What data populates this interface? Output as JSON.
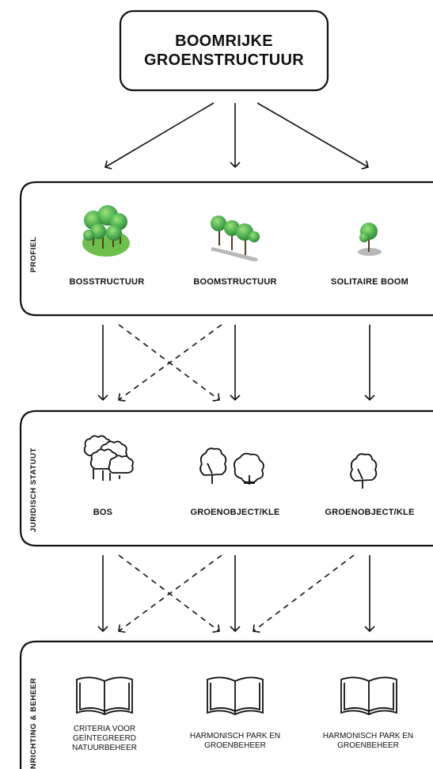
{
  "title": {
    "line1": "BOOMRIJKE",
    "line2": "GROENSTRUCTUUR"
  },
  "sections": {
    "profiel": {
      "label": "PROFIEL",
      "items": [
        "BOSSTRUCTUUR",
        "BOOMSTRUCTUUR",
        "SOLITAIRE BOOM"
      ]
    },
    "juridisch": {
      "label": "JURIDISCH STATUUT",
      "items": [
        "BOS",
        "GROENOBJECT/KLE",
        "GROENOBJECT/KLE"
      ]
    },
    "inrichting": {
      "label": "NRICHTING & BEHEER",
      "items": [
        {
          "line1": "CRITERIA VOOR",
          "line2": "GEÏNTEGREERD",
          "line3": "NATUURBEHEER"
        },
        {
          "line1": "HARMONISCH PARK EN",
          "line2": "GROENBEHEER"
        },
        {
          "line1": "HARMONISCH PARK EN",
          "line2": "GROENBEHEER"
        }
      ]
    }
  },
  "colors": {
    "tree_green": "#4caf50",
    "tree_dark": "#2e7d32",
    "ground_green": "#6cbf4a",
    "ground_grey": "#b8b8b8"
  },
  "icons": [
    "forest-icon",
    "tree-row-icon",
    "single-tree-icon",
    "outline-forest-icon",
    "outline-trees-icon",
    "outline-tree-icon",
    "book-icon"
  ]
}
